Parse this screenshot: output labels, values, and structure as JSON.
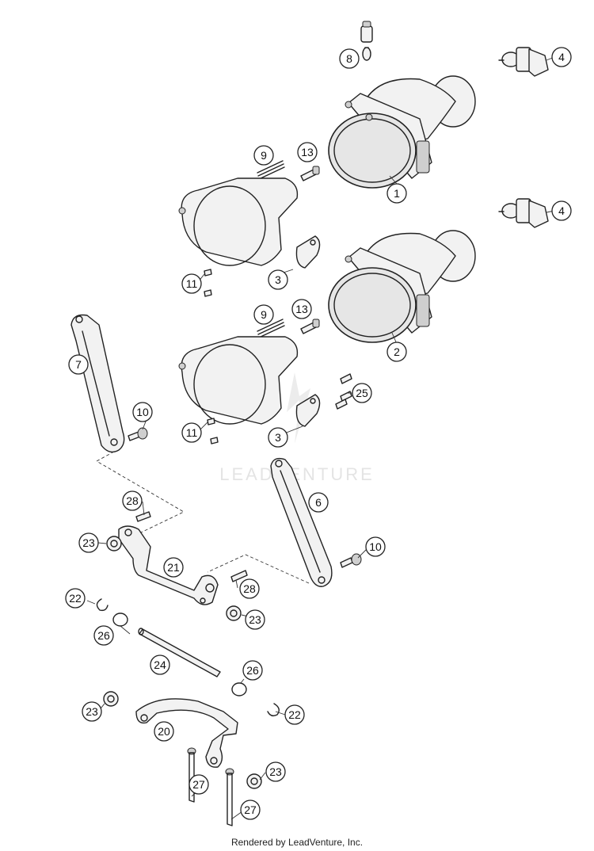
{
  "watermark": "LEADVENTURE",
  "footer": "Rendered by LeadVenture, Inc.",
  "callouts": {
    "c1": "1",
    "c2": "2",
    "c3a": "3",
    "c3b": "3",
    "c4a": "4",
    "c4b": "4",
    "c6": "6",
    "c7": "7",
    "c8": "8",
    "c9a": "9",
    "c9b": "9",
    "c10a": "10",
    "c10b": "10",
    "c11a": "11",
    "c11b": "11",
    "c13a": "13",
    "c13b": "13",
    "c20": "20",
    "c21": "21",
    "c22a": "22",
    "c22b": "22",
    "c23a": "23",
    "c23b": "23",
    "c23c": "23",
    "c23d": "23",
    "c24": "24",
    "c25": "25",
    "c26a": "26",
    "c26b": "26",
    "c27a": "27",
    "c27b": "27",
    "c28a": "28",
    "c28b": "28"
  }
}
